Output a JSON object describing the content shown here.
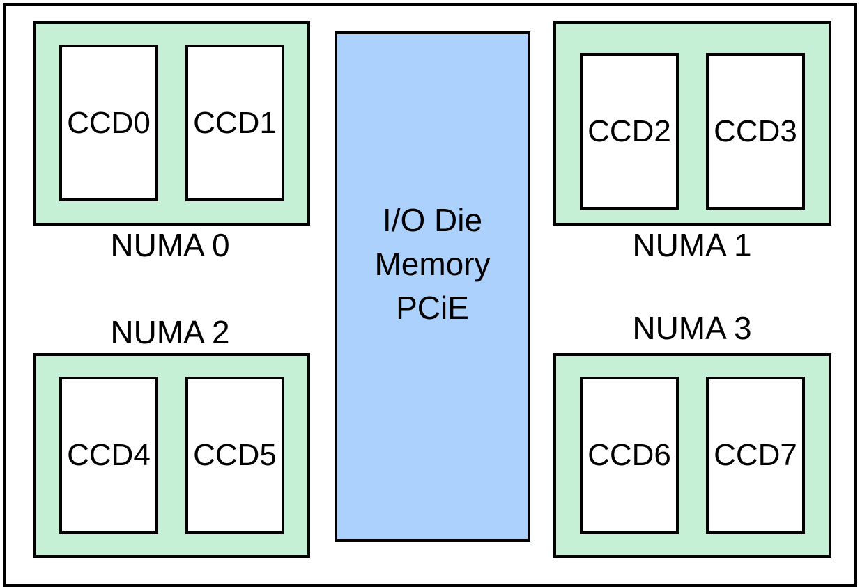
{
  "colors": {
    "numa_fill": "#c5f0d6",
    "io_fill": "#add1fd",
    "border": "#000000"
  },
  "numa_labels": [
    "NUMA 0",
    "NUMA 1",
    "NUMA 2",
    "NUMA 3"
  ],
  "ccds": [
    "CCD0",
    "CCD1",
    "CCD2",
    "CCD3",
    "CCD4",
    "CCD5",
    "CCD6",
    "CCD7"
  ],
  "io_die": {
    "line1": "I/O Die",
    "line2": "Memory",
    "line3": "PCiE"
  }
}
